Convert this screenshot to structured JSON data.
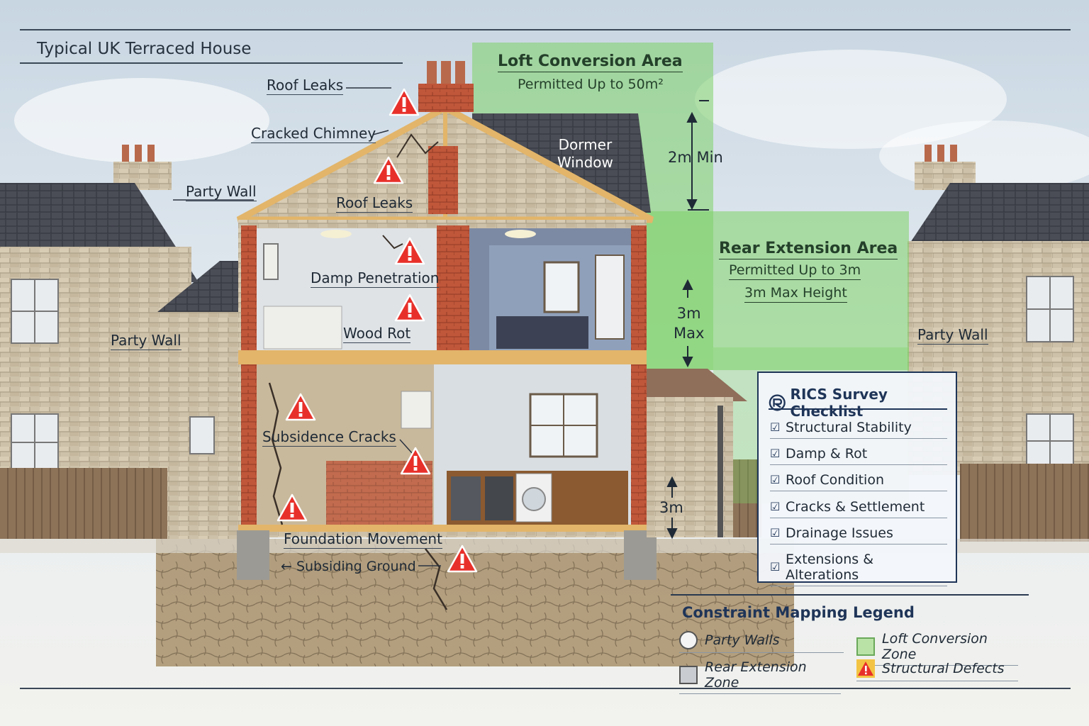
{
  "title": "Typical UK Terraced House",
  "annotations": {
    "roof_leaks_top": "Roof Leaks",
    "cracked_chimney": "Cracked Chimney",
    "party_wall_upper": "Party Wall",
    "roof_leaks_loft": "Roof Leaks",
    "damp_penetration": "Damp Penetration",
    "wood_rot": "Wood Rot",
    "party_wall_left": "Party Wall",
    "party_wall_right": "Party Wall",
    "subsidence_cracks": "Subsidence Cracks",
    "foundation_movement": "Foundation Movement",
    "subsiding_ground": "← Subsiding Ground",
    "dormer_window": "Dormer\nWindow"
  },
  "loft_zone": {
    "title": "Loft Conversion Area",
    "subtitle": "Permitted Up to 50m²",
    "dimension": "2m Min"
  },
  "rear_zone": {
    "title": "Rear Extension Area",
    "line1": "Permitted Up to 3m",
    "line2": "3m Max Height",
    "dimension": "3m\nMax",
    "depth": "3m"
  },
  "checklist": {
    "title": "RICS Survey Checklist",
    "check_glyph": "☑",
    "items": [
      "Structural Stability",
      "Damp & Rot",
      "Roof Condition",
      "Cracks & Settlement",
      "Drainage Issues",
      "Extensions & Alterations"
    ]
  },
  "legend": {
    "title": "Constraint Mapping Legend",
    "items": [
      {
        "label": "Party Walls",
        "swatch": "#f4f4f4"
      },
      {
        "label": "Loft Conversion Zone",
        "swatch": "#b9e3a6"
      },
      {
        "label": "Rear Extension Zone",
        "swatch": "#c9ccd0"
      },
      {
        "label": "Structural Defects",
        "swatch": "#e8302a"
      }
    ]
  },
  "colors": {
    "green_zone": "#7ed168",
    "warning_red": "#e8302a",
    "brick": "#c0573a",
    "stone": "#cbbfa8",
    "roof": "#4a4d55",
    "navy": "#1f3558"
  }
}
